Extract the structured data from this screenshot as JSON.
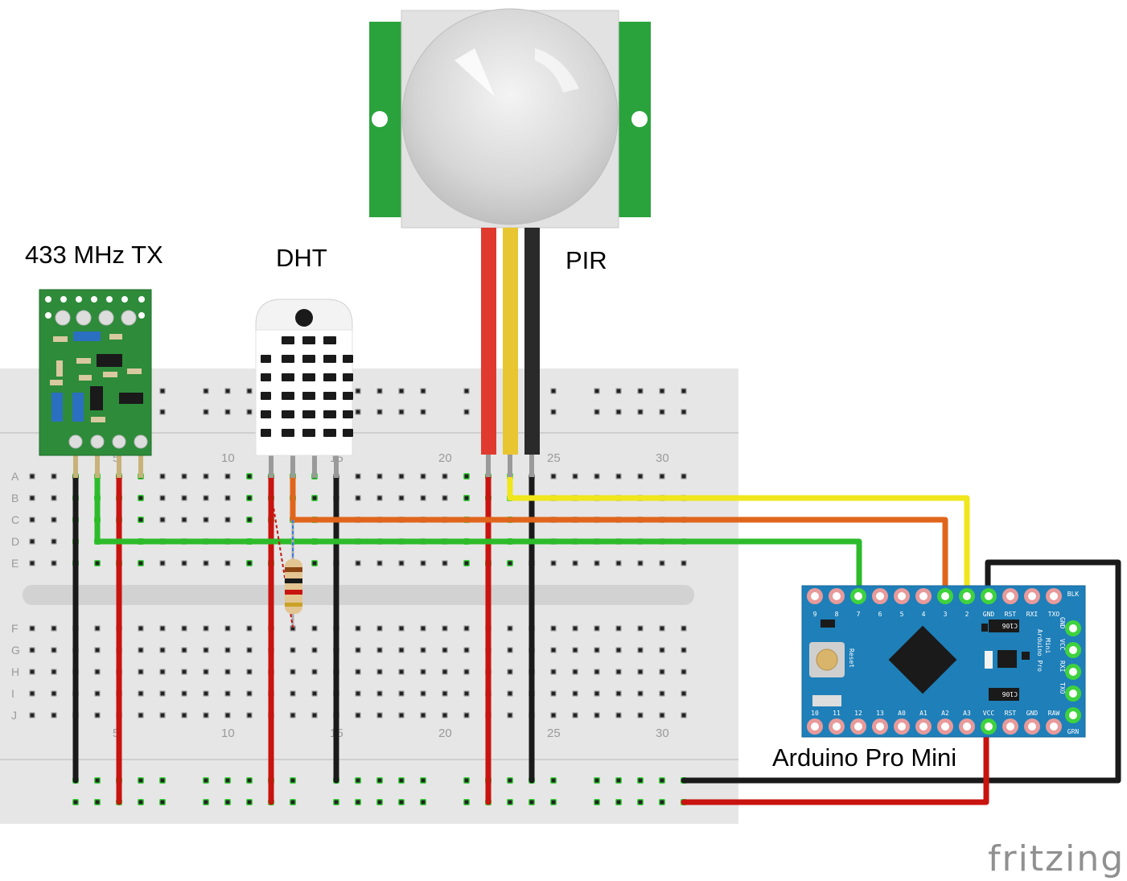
{
  "labels": {
    "tx": "433 MHz TX",
    "dht": "DHT",
    "pir": "PIR",
    "arduino": "Arduino Pro Mini",
    "brand": "fritzing"
  },
  "breadboard": {
    "rows_top": [
      "A",
      "B",
      "C",
      "D",
      "E"
    ],
    "rows_bottom": [
      "F",
      "G",
      "H",
      "I",
      "J"
    ],
    "column_numbers": [
      "5",
      "10",
      "15",
      "20",
      "25",
      "30"
    ]
  },
  "arduino_pins": {
    "top": [
      "9",
      "8",
      "7",
      "6",
      "5",
      "4",
      "3",
      "2",
      "GND",
      "RST",
      "RXI",
      "TXO"
    ],
    "bottom": [
      "10",
      "11",
      "12",
      "13",
      "A0",
      "A1",
      "A2",
      "A3",
      "VCC",
      "RST",
      "GND",
      "RAW"
    ],
    "side": [
      "BLK",
      "GND",
      "VCC",
      "RXI",
      "TXO",
      "GRN"
    ],
    "chip_text": [
      "C106",
      "C106"
    ],
    "board_text": [
      "Arduino Pro",
      "Mini"
    ],
    "reset": "Reset"
  },
  "colors": {
    "wire_black": "#1a1a1a",
    "wire_red": "#c8130f",
    "wire_green": "#2dbb2a",
    "wire_orange": "#e0651c",
    "wire_yellow": "#f0e61c",
    "pcb_green": "#2e8b3a",
    "pir_green": "#2aa33c",
    "arduino_blue": "#1f7fb8",
    "breadboard": "#e7e7e7"
  }
}
